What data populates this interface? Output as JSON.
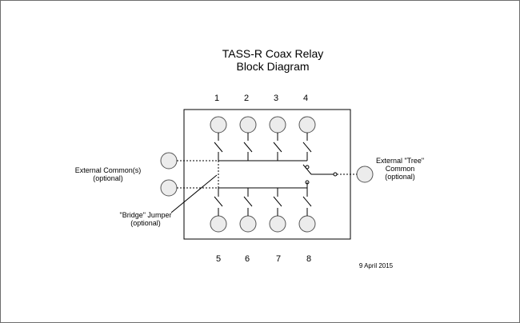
{
  "diagram": {
    "title_line1": "TASS-R Coax Relay",
    "title_line2": "Block Diagram",
    "top_port_numbers": [
      "1",
      "2",
      "3",
      "4"
    ],
    "bottom_port_numbers": [
      "5",
      "6",
      "7",
      "8"
    ],
    "external_commons_label": "External Common(s)",
    "external_commons_optional": "(optional)",
    "bridge_jumper_label": "\"Bridge\" Jumper",
    "bridge_jumper_optional": "(optional)",
    "tree_common_line1": "External \"Tree\"",
    "tree_common_line2": "Common",
    "tree_common_optional": "(optional)",
    "date": "9 April 2015"
  },
  "colors": {
    "stroke": "#000000",
    "port_fill": "#ececec",
    "port_stroke": "#555555",
    "frame_border": "#6e6e6e"
  }
}
